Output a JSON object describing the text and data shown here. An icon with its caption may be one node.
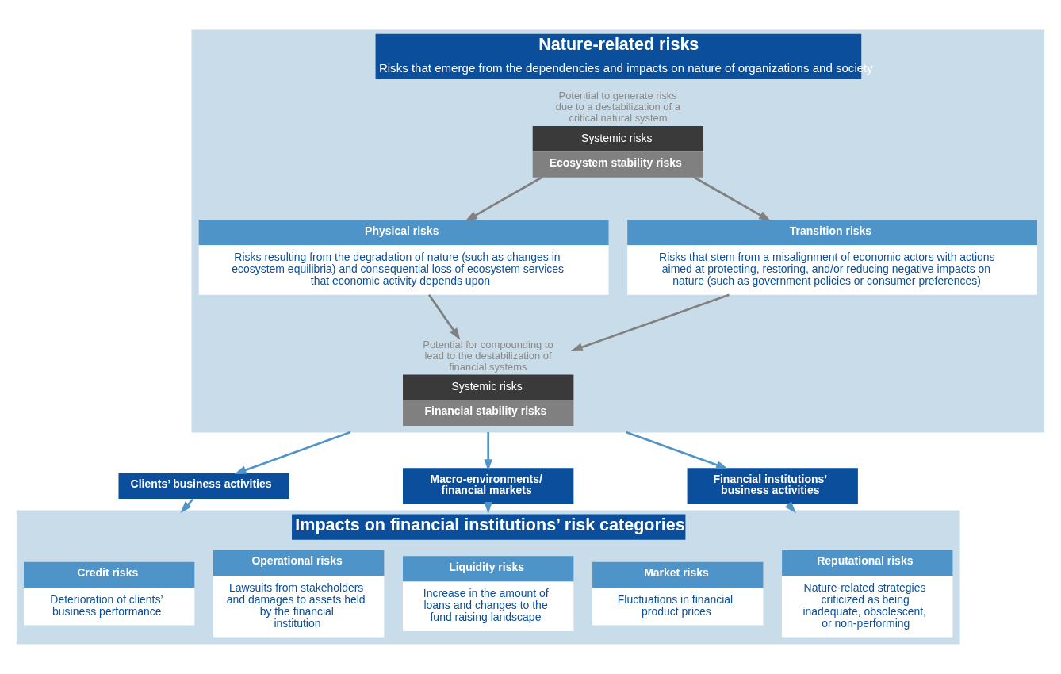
{
  "diagram": {
    "nodes": [
      {
        "text": [
          "Nature-related risks",
          "Risks that emerge from the dependencies and impacts on nature of organizations and society"
        ]
      },
      {
        "text": [
          "Systemic risks",
          "Ecosystem stability risks"
        ],
        "beside": [
          "Potential to generate risks due to a destabilization of a critical natural system"
        ],
        "in": 0
      },
      {
        "text": [
          "Physical risks",
          "Risks resulting from the degradation of nature (such as changes in ecosystem equilibria) and consequential loss of ecosystem services that economic activity depends upon"
        ],
        "in": 0
      },
      {
        "text": [
          "Transition risks",
          "Risks that stem from a misalignment of economic actors with actions aimed at protecting, restoring, and/or reducing negative impacts on nature (such as government policies or consumer preferences)"
        ],
        "in": 0
      },
      {
        "text": [
          "Systemic risks",
          "Financial stability risks"
        ],
        "beside": [
          "Potential for compounding to lead to the destabilization of financial systems"
        ],
        "in": 0
      },
      {
        "text": [
          "Clients’ business activities"
        ]
      },
      {
        "text": [
          "Macro-environments/ financial markets"
        ]
      },
      {
        "text": [
          "Financial institutions’ business activities"
        ]
      },
      {
        "text": [
          "Impacts on financial institutions’ risk categories"
        ]
      },
      {
        "text": [
          "Credit risks",
          "Deterioration of clients’ business performance"
        ],
        "in": 8
      },
      {
        "text": [
          "Market risks",
          "Fluctuations in financial product prices"
        ],
        "in": 8
      },
      {
        "text": [
          "Liquidity risks",
          "Increase in the amount of loans and changes to the fund raising landscape"
        ],
        "in": 8
      },
      {
        "text": [
          "Operational risks",
          "Lawsuits from stakeholders and damages to assets held by the financial institution"
        ],
        "in": 8
      },
      {
        "text": [
          "Reputational risks",
          "Nature-related strategies criticized as being inadequate, obsolescent, or non-performing"
        ],
        "in": 8
      }
    ],
    "edges": [
      {
        "from": 1,
        "to": 2,
        "arrow": "to",
        "color": "#808080"
      },
      {
        "from": 1,
        "to": 3,
        "arrow": "to",
        "color": "#808080"
      },
      {
        "from": 2,
        "to": 4,
        "arrow": "to",
        "color": "#808080"
      },
      {
        "from": 3,
        "to": 4,
        "arrow": "to",
        "color": "#808080"
      },
      {
        "from": 0,
        "to": 5,
        "arrow": "to"
      },
      {
        "from": 0,
        "to": 6,
        "arrow": "to"
      },
      {
        "from": 0,
        "to": 7,
        "arrow": "to"
      },
      {
        "from": 5,
        "to": 8,
        "arrow": "to"
      },
      {
        "from": 6,
        "to": 8,
        "arrow": "to"
      },
      {
        "from": 7,
        "to": 8,
        "arrow": "to"
      }
    ]
  }
}
